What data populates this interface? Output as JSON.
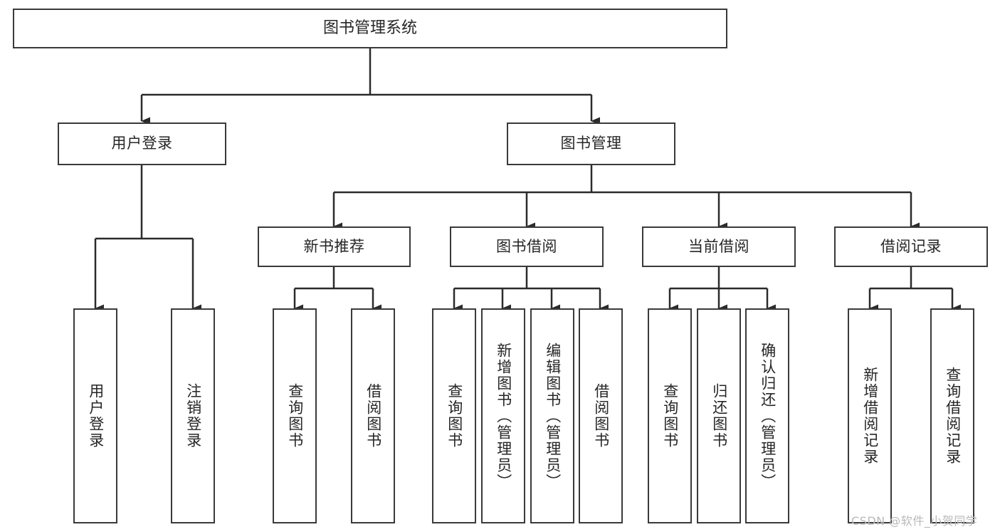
{
  "diagram": {
    "title": "图书管理系统",
    "type": "hierarchy-tree",
    "watermark": "CSDN @软件_小贺同学",
    "colors": {
      "stroke": "#3a3a3a",
      "fill": "#ffffff",
      "text": "#262626",
      "watermark": "#b9b9b9"
    },
    "root": {
      "label": "图书管理系统"
    },
    "level2": [
      {
        "id": "user-login",
        "label": "用户登录"
      },
      {
        "id": "book-manage",
        "label": "图书管理"
      }
    ],
    "level3": [
      {
        "id": "new-book-rec",
        "label": "新书推荐",
        "parent": "book-manage"
      },
      {
        "id": "book-borrow",
        "label": "图书借阅",
        "parent": "book-manage"
      },
      {
        "id": "current-borrow",
        "label": "当前借阅",
        "parent": "book-manage"
      },
      {
        "id": "borrow-record",
        "label": "借阅记录",
        "parent": "book-manage"
      }
    ],
    "leaves": [
      {
        "id": "leaf-user-login",
        "label": "用户登录",
        "parent": "user-login"
      },
      {
        "id": "leaf-user-logout",
        "label": "注销登录",
        "parent": "user-login"
      },
      {
        "id": "leaf-query-book-1",
        "label": "查询图书",
        "parent": "new-book-rec"
      },
      {
        "id": "leaf-borrow-book-1",
        "label": "借阅图书",
        "parent": "new-book-rec"
      },
      {
        "id": "leaf-query-book-2",
        "label": "查询图书",
        "parent": "book-borrow"
      },
      {
        "id": "leaf-add-book",
        "label": "新增图书（管理员）",
        "parent": "book-borrow"
      },
      {
        "id": "leaf-edit-book",
        "label": "编辑图书（管理员）",
        "parent": "book-borrow"
      },
      {
        "id": "leaf-borrow-book-2",
        "label": "借阅图书",
        "parent": "book-borrow"
      },
      {
        "id": "leaf-query-book-3",
        "label": "查询图书",
        "parent": "current-borrow"
      },
      {
        "id": "leaf-return-book",
        "label": "归还图书",
        "parent": "current-borrow"
      },
      {
        "id": "leaf-confirm-return",
        "label": "确认归还（管理员）",
        "parent": "current-borrow"
      },
      {
        "id": "leaf-add-record",
        "label": "新增借阅记录",
        "parent": "borrow-record"
      },
      {
        "id": "leaf-query-record",
        "label": "查询借阅记录",
        "parent": "borrow-record"
      }
    ]
  }
}
